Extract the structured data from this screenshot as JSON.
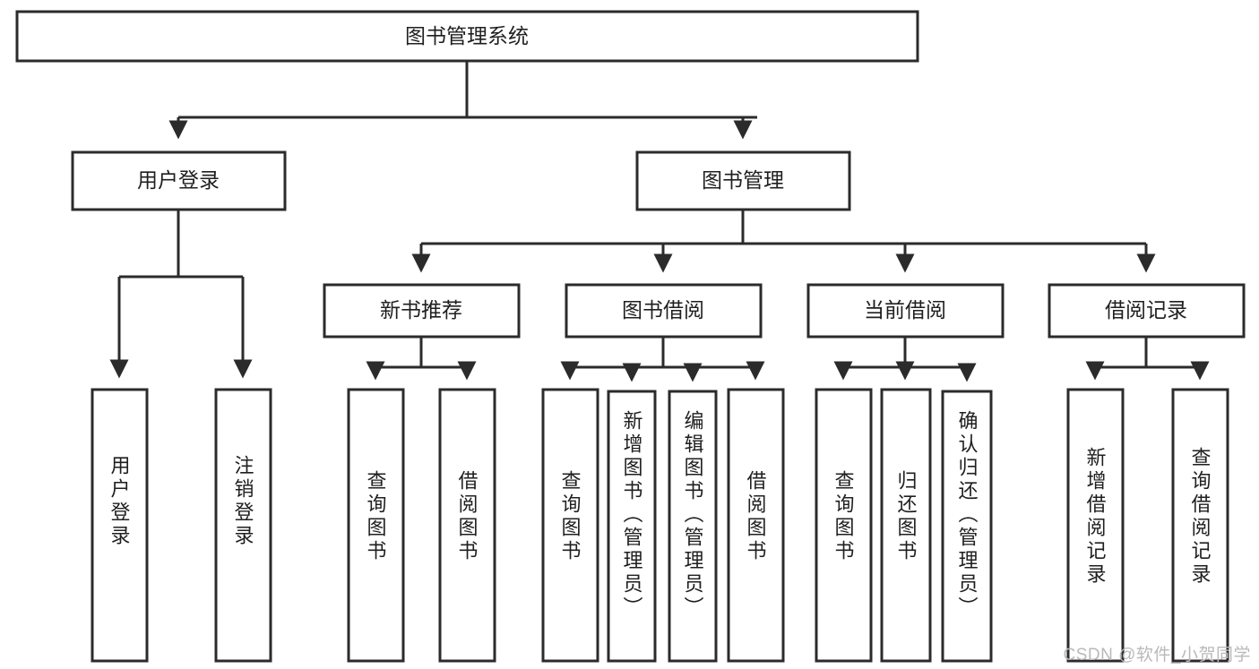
{
  "diagram": {
    "type": "tree",
    "title": "图书管理系统",
    "nodes": {
      "root": {
        "label": "图书管理系统"
      },
      "level2": [
        {
          "id": "user-login",
          "label": "用户登录"
        },
        {
          "id": "book-manage",
          "label": "图书管理"
        }
      ],
      "level3": [
        {
          "id": "new-book-recommend",
          "label": "新书推荐",
          "parent": "book-manage"
        },
        {
          "id": "book-borrow",
          "label": "图书借阅",
          "parent": "book-manage"
        },
        {
          "id": "current-borrow",
          "label": "当前借阅",
          "parent": "book-manage"
        },
        {
          "id": "borrow-record",
          "label": "借阅记录",
          "parent": "book-manage"
        }
      ],
      "leaves": [
        {
          "id": "leaf-user-login",
          "label": "用户登录",
          "parent": "user-login"
        },
        {
          "id": "leaf-logout",
          "label": "注销登录",
          "parent": "user-login"
        },
        {
          "id": "leaf-query-book-1",
          "label": "查询图书",
          "parent": "new-book-recommend"
        },
        {
          "id": "leaf-borrow-book-1",
          "label": "借阅图书",
          "parent": "new-book-recommend"
        },
        {
          "id": "leaf-query-book-2",
          "label": "查询图书",
          "parent": "book-borrow"
        },
        {
          "id": "leaf-add-book",
          "label": "新增图书（管理员）",
          "parent": "book-borrow"
        },
        {
          "id": "leaf-edit-book",
          "label": "编辑图书（管理员）",
          "parent": "book-borrow"
        },
        {
          "id": "leaf-borrow-book-2",
          "label": "借阅图书",
          "parent": "book-borrow"
        },
        {
          "id": "leaf-query-book-3",
          "label": "查询图书",
          "parent": "current-borrow"
        },
        {
          "id": "leaf-return-book",
          "label": "归还图书",
          "parent": "current-borrow"
        },
        {
          "id": "leaf-confirm-return",
          "label": "确认归还（管理员）",
          "parent": "current-borrow"
        },
        {
          "id": "leaf-add-record",
          "label": "新增借阅记录",
          "parent": "borrow-record"
        },
        {
          "id": "leaf-query-record",
          "label": "查询借阅记录",
          "parent": "borrow-record"
        }
      ]
    },
    "colors": {
      "stroke": "#2b2b2b",
      "fill": "#ffffff",
      "text": "#1f1f1f",
      "watermark": "#b9b9b9"
    }
  },
  "watermark": {
    "text": "CSDN @软件_小贺同学"
  }
}
